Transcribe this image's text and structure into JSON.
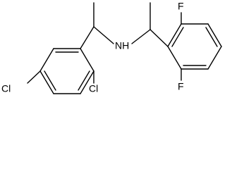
{
  "labels": {
    "amine": "NH",
    "chlorine_para": "Cl",
    "chlorine_ortho": "Cl",
    "fluorine_top": "F",
    "fluorine_bottom": "F"
  },
  "colors": {
    "bond": "#000000",
    "label": "#000000",
    "background": "#ffffff"
  }
}
